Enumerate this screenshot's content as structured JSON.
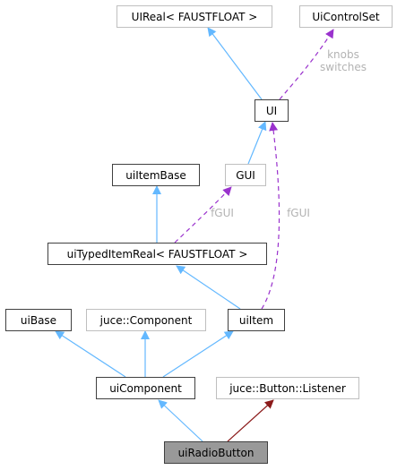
{
  "nodes": {
    "uireal": "UIReal< FAUSTFLOAT >",
    "uicontrolset": "UiControlSet",
    "ui": "UI",
    "uiitembase": "uiItemBase",
    "gui": "GUI",
    "uitypeditemreal": "uiTypedItemReal< FAUSTFLOAT >",
    "uibase": "uiBase",
    "jucecomponent": "juce::Component",
    "uiitem": "uiItem",
    "uicomponent": "uiComponent",
    "jucebuttonlistener": "juce::Button::Listener",
    "uiradiobutton": "uiRadioButton"
  },
  "edge_labels": {
    "knobs": "knobs",
    "switches": "switches",
    "fgui_left": "fGUI",
    "fgui_right": "fGUI"
  },
  "colors": {
    "inheritance": "#63b8ff",
    "usage": "#9a32cd",
    "private_inheritance": "#8b1a1a",
    "focus_fill": "#999999"
  }
}
